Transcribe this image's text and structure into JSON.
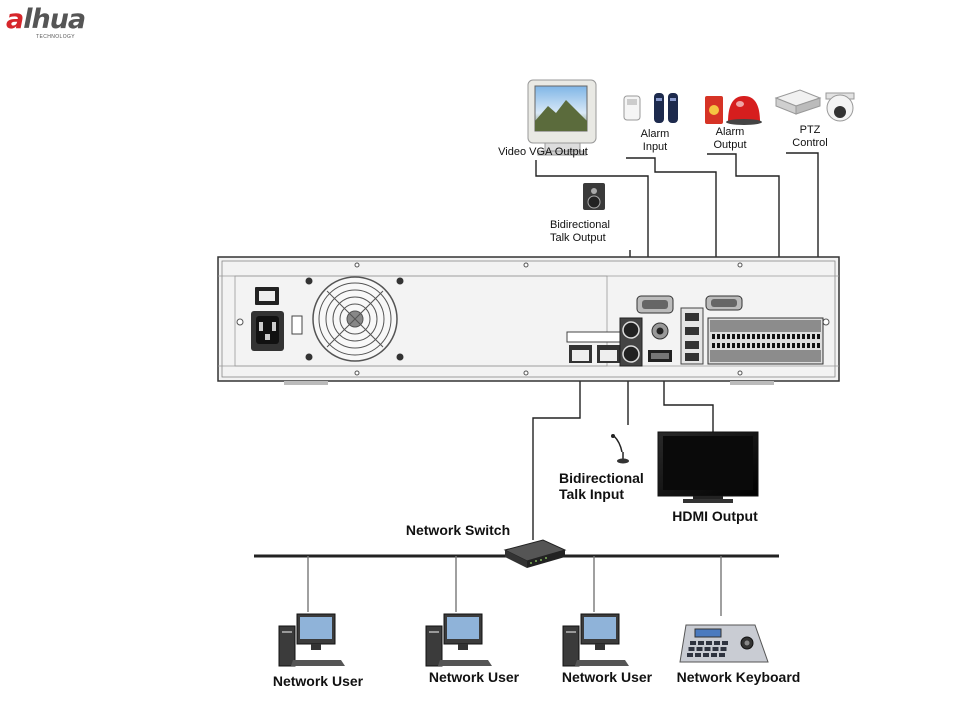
{
  "brand": {
    "logo_text": "alhua",
    "logo_sub": "TECHNOLOGY",
    "red": "#d6262b"
  },
  "labels": {
    "vga": "Video VGA Output",
    "alarm_in_1": "Alarm",
    "alarm_in_2": "Input",
    "alarm_out_1": "Alarm",
    "alarm_out_2": "Output",
    "ptz_1": "PTZ",
    "ptz_2": "Control",
    "talk_out_1": "Bidirectional",
    "talk_out_2": "Talk Output",
    "talk_in_1": "Bidirectional",
    "talk_in_2": "Talk Input",
    "hdmi": "HDMI Output",
    "switch": "Network Switch",
    "user_1": "Network User",
    "user_2": "Network User",
    "user_3": "Network User",
    "keyboard": "Network Keyboard"
  },
  "icons": {
    "monitor": "crt-monitor-icon",
    "alarm_in": "alarm-sensor-icon",
    "alarm_out": "siren-icon",
    "ptz": "ptz-dome-camera-icon",
    "speaker": "speaker-icon",
    "mic": "microphone-icon",
    "tv": "lcd-tv-icon",
    "switch": "network-switch-icon",
    "pc": "desktop-computer-icon",
    "keyboard": "control-keyboard-icon"
  }
}
